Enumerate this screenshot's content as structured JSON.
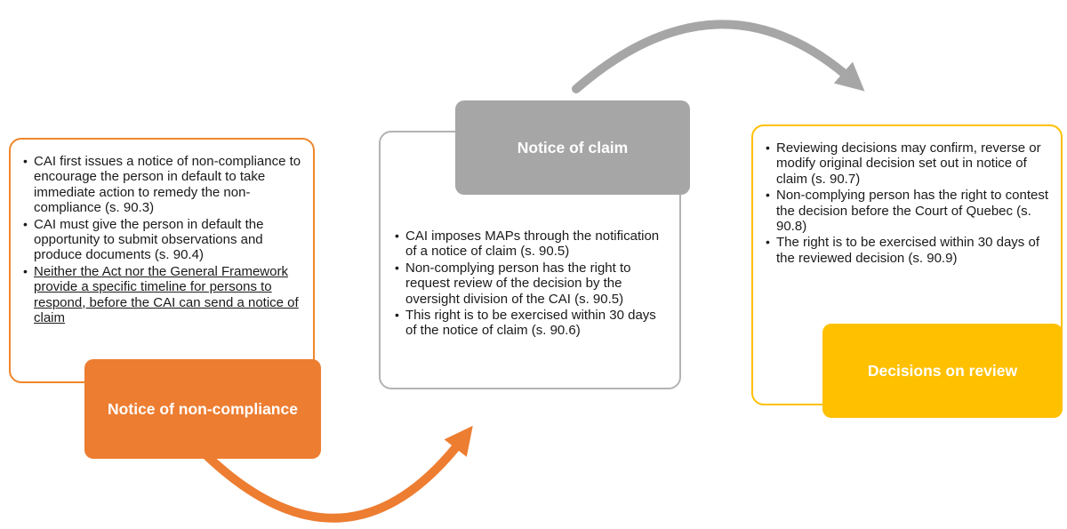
{
  "diagram": {
    "bullet_char": "•",
    "colors": {
      "orange": "#ED7D31",
      "gray": "#A6A6A6",
      "yellow": "#FFC000",
      "text": "#1A1A1A"
    },
    "panels": [
      {
        "id": "notice-of-non-compliance",
        "label": "Notice of non-compliance",
        "accent": "#ED7D31",
        "bullets": [
          {
            "text": "CAI first issues a notice of non-compliance to encourage the person in default to take immediate action to remedy the non-compliance (s. 90.3)",
            "underline": false
          },
          {
            "text": "CAI must give the person in default the opportunity to submit observations and produce documents (s. 90.4)",
            "underline": false
          },
          {
            "text": "Neither the Act nor the General Framework provide a specific timeline for persons to respond, before the CAI can send a notice of claim",
            "underline": true
          }
        ]
      },
      {
        "id": "notice-of-claim",
        "label": "Notice of claim",
        "accent": "#A6A6A6",
        "bullets": [
          {
            "text": "CAI imposes MAPs through the notification of a notice of claim (s. 90.5)",
            "underline": false
          },
          {
            "text": "Non-complying person has the right to request review of the decision by the oversight division of the CAI (s. 90.5)",
            "underline": false
          },
          {
            "text": "This right is to be exercised within 30 days of the notice of claim (s. 90.6)",
            "underline": false
          }
        ]
      },
      {
        "id": "decisions-on-review",
        "label": "Decisions on review",
        "accent": "#FFC000",
        "bullets": [
          {
            "text": "Reviewing decisions may confirm, reverse or modify original decision set out in notice of claim (s. 90.7)",
            "underline": false
          },
          {
            "text": "Non-complying person has the right to contest the decision before the Court of Quebec (s. 90.8)",
            "underline": false
          },
          {
            "text": "The right is to be exercised within 30 days of the reviewed decision (s. 90.9)",
            "underline": false
          }
        ]
      }
    ]
  }
}
